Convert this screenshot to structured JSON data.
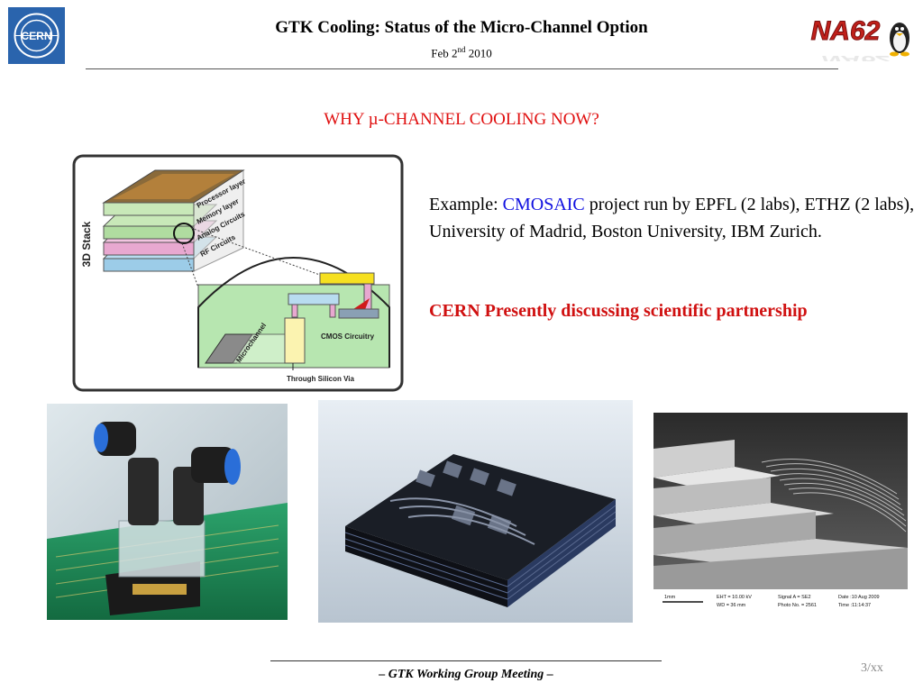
{
  "header": {
    "title": "GTK Cooling: Status of the Micro-Channel Option",
    "date_prefix": "Feb 2",
    "date_suffix": "nd",
    "date_year": " 2010",
    "cern_logo_text": "CERN",
    "na62_logo_text": "NA62"
  },
  "section": {
    "title": "WHY µ-CHANNEL COOLING NOW?"
  },
  "diagram": {
    "stack_label": "3D Stack",
    "layers": [
      "Processor layer",
      "Memory layer",
      "Analog Circuits",
      "RF Circuits"
    ],
    "microchannel_label": "Microchannel",
    "cmos_label": "CMOS Circuitry",
    "tsv_label": "Through Silicon Via"
  },
  "body": {
    "example_prefix": "Example: ",
    "project_name": "CMOSAIC",
    "example_rest": " project run by EPFL (2 labs), ETHZ (2 labs), University of Madrid, Boston University, IBM Zurich.",
    "partnership": "CERN Presently discussing scientific partnership"
  },
  "photos": {
    "sem": {
      "scale": "1mm",
      "eht": "EHT = 10.00 kV",
      "wd": "WD = 36 mm",
      "signal": "Signal A = SE2",
      "photo_no": "Photo No. = 2561",
      "date": "Date :10 Aug 2009",
      "time": "Time :11:14:37"
    }
  },
  "footer": {
    "text": "– GTK Working Group Meeting –",
    "page": "3/xx"
  },
  "colors": {
    "section_red": "#e01010",
    "accent_blue": "#1010e0",
    "partnership_red": "#d01010",
    "cern_blue": "#1f5fae"
  }
}
